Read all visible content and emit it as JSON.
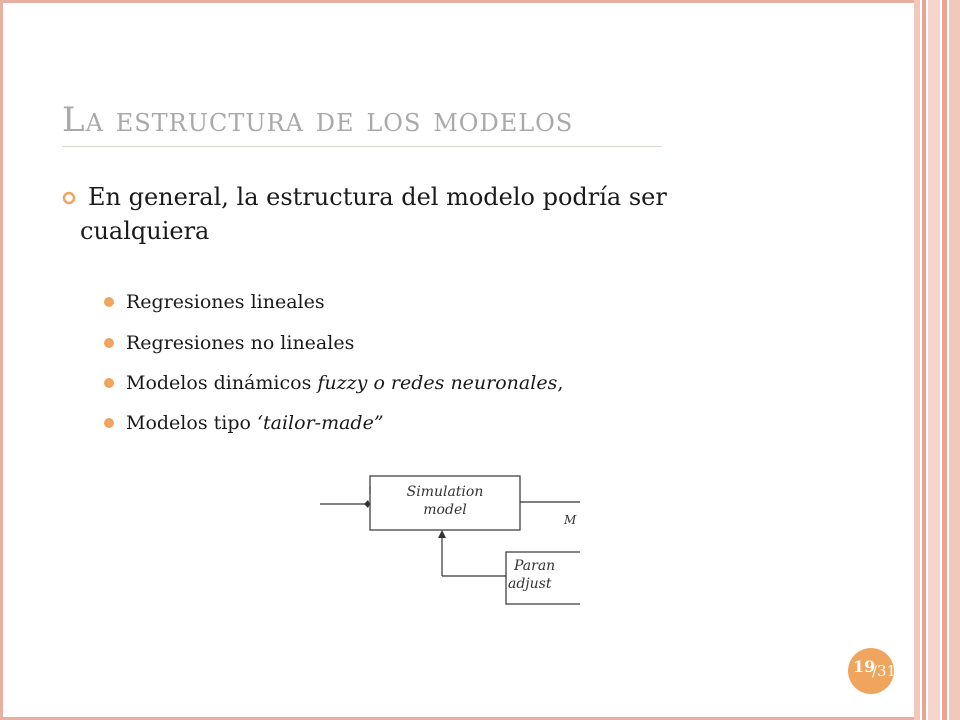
{
  "slide": {
    "title": "La estructura de los modelos",
    "bullet_main_line1": "En general, la estructura del modelo podría ser",
    "bullet_main_line2": "cualquiera",
    "subbullets": [
      {
        "text": "Regresiones lineales"
      },
      {
        "text": "Regresiones no lineales"
      },
      {
        "text": "Modelos dinámicos ",
        "italic": "fuzzy o redes neuronales",
        "after": ","
      },
      {
        "text": "Modelos tipo ",
        "italic": "‘tailor-made”",
        "after": ""
      }
    ],
    "diagram": {
      "sim_line1": "Simulation",
      "sim_line2": "model",
      "output_label": "M",
      "param_line1": "Paran",
      "param_line2": "adjust"
    },
    "page_number": "19",
    "page_total": "/31"
  },
  "colors": {
    "accent": "#f0a55e",
    "frame": "#e8b0a0",
    "title": "#a9a9a9"
  }
}
